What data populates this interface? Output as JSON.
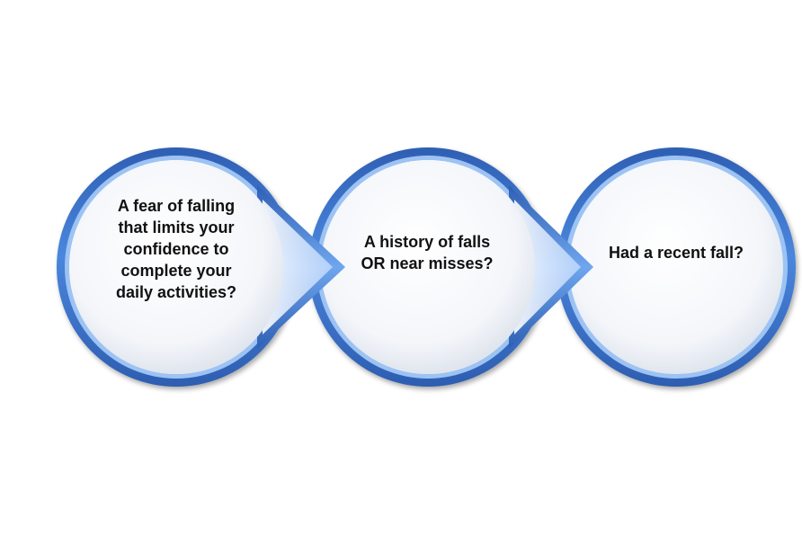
{
  "diagram": {
    "steps": [
      {
        "text": "A fear of falling\nthat limits your\nconfidence to\ncomplete your\ndaily activities?"
      },
      {
        "text": "A history of falls\nOR near misses?"
      },
      {
        "text": "Had a recent fall?"
      }
    ],
    "colors": {
      "ring_dark": "#2f63b8",
      "ring_light": "#7eb0f0",
      "fill_center": "#ffffff",
      "fill_edge": "#dde4ee",
      "arrow_dark": "#3567bd",
      "arrow_light": "#cfe2ff"
    }
  }
}
